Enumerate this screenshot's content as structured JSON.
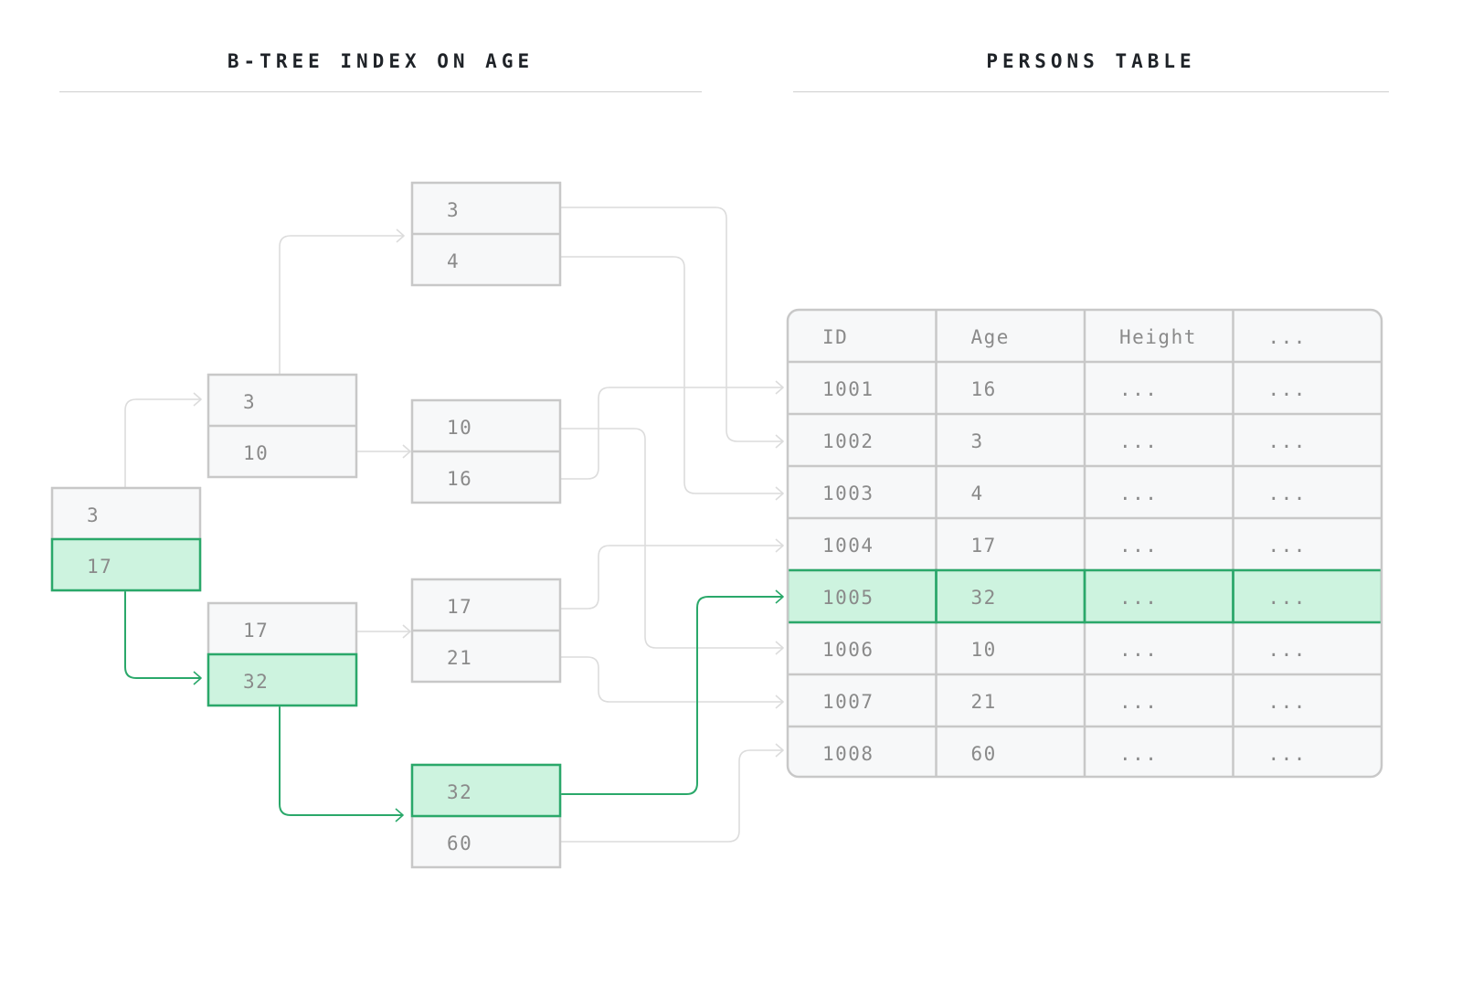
{
  "headings": {
    "index_title": "B-TREE INDEX ON AGE",
    "table_title": "PERSONS TABLE"
  },
  "colors": {
    "highlight_fill": "#cdf3df",
    "highlight_stroke": "#2aa86a",
    "node_fill": "#f7f8f9",
    "node_stroke": "#c8c8c8",
    "text": "#8a8a8a",
    "connector": "#dcdcdc"
  },
  "btree": {
    "nodes": [
      {
        "id": "root",
        "keys": [
          "3",
          "17"
        ],
        "highlight": [
          false,
          true
        ]
      },
      {
        "id": "l1-a",
        "keys": [
          "3",
          "10"
        ],
        "highlight": [
          false,
          false
        ]
      },
      {
        "id": "l1-b",
        "keys": [
          "17",
          "32"
        ],
        "highlight": [
          false,
          true
        ]
      },
      {
        "id": "leaf-1",
        "keys": [
          "3",
          "4"
        ],
        "highlight": [
          false,
          false
        ]
      },
      {
        "id": "leaf-2",
        "keys": [
          "10",
          "16"
        ],
        "highlight": [
          false,
          false
        ]
      },
      {
        "id": "leaf-3",
        "keys": [
          "17",
          "21"
        ],
        "highlight": [
          false,
          false
        ]
      },
      {
        "id": "leaf-4",
        "keys": [
          "32",
          "60"
        ],
        "highlight": [
          true,
          false
        ]
      }
    ]
  },
  "table": {
    "columns": [
      "ID",
      "Age",
      "Height",
      "..."
    ],
    "rows": [
      {
        "cells": [
          "1001",
          "16",
          "...",
          "..."
        ],
        "highlight": false
      },
      {
        "cells": [
          "1002",
          "3",
          "...",
          "..."
        ],
        "highlight": false
      },
      {
        "cells": [
          "1003",
          "4",
          "...",
          "..."
        ],
        "highlight": false
      },
      {
        "cells": [
          "1004",
          "17",
          "...",
          "..."
        ],
        "highlight": false
      },
      {
        "cells": [
          "1005",
          "32",
          "...",
          "..."
        ],
        "highlight": true
      },
      {
        "cells": [
          "1006",
          "10",
          "...",
          "..."
        ],
        "highlight": false
      },
      {
        "cells": [
          "1007",
          "21",
          "...",
          "..."
        ],
        "highlight": false
      },
      {
        "cells": [
          "1008",
          "60",
          "...",
          "..."
        ],
        "highlight": false
      }
    ]
  }
}
